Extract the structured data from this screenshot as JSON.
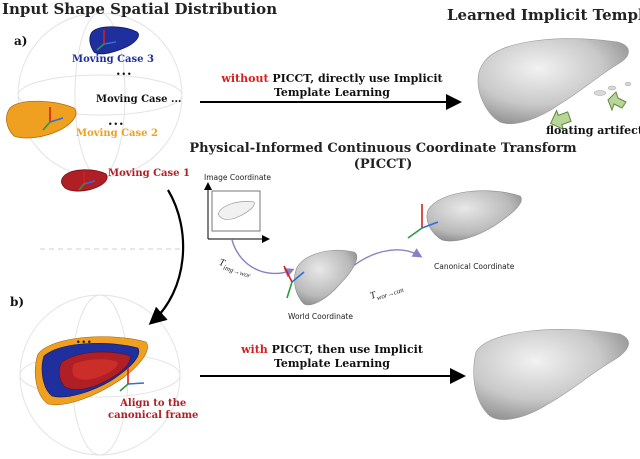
{
  "titles": {
    "left": "Input Shape Spatial Distribution",
    "right": "Learned Implicit Template",
    "middle_line1": "Physical-Informed Continuous Coordinate Transform",
    "middle_line2": "(PICCT)"
  },
  "panels": {
    "a": "a)",
    "b": "b)"
  },
  "cases": {
    "case3": "Moving Case 3",
    "case_dots": "Moving Case ...",
    "case2": "Moving Case 2",
    "case1": "Moving Case 1",
    "ellipsis": "..."
  },
  "top_arrow": {
    "prefix": "without",
    "line1_rest": " PICCT, directly use Implicit",
    "line2": "Template Learning"
  },
  "bottom_arrow": {
    "prefix": "with",
    "line1_rest": " PICCT, then use Implicit",
    "line2": "Template Learning"
  },
  "artifacts_label": "floating artifects",
  "align_label": {
    "line1": "Align to the",
    "line2": "canonical frame"
  },
  "coords": {
    "image": "Image Coordinate",
    "world": "World Coordinate",
    "canonical": "Canonical Coordinate"
  },
  "transforms": {
    "t1_base": "T",
    "t1_sub": "img→wor",
    "t2_base": "T",
    "t2_sub": "wor→can"
  },
  "colors": {
    "red_text": "#d61f1f",
    "case3": "#1f2f9e",
    "case2": "#f0a020",
    "case1": "#b01f25",
    "liver_gray": "#cfcfcf",
    "arrow_green": "#7fa85a"
  }
}
